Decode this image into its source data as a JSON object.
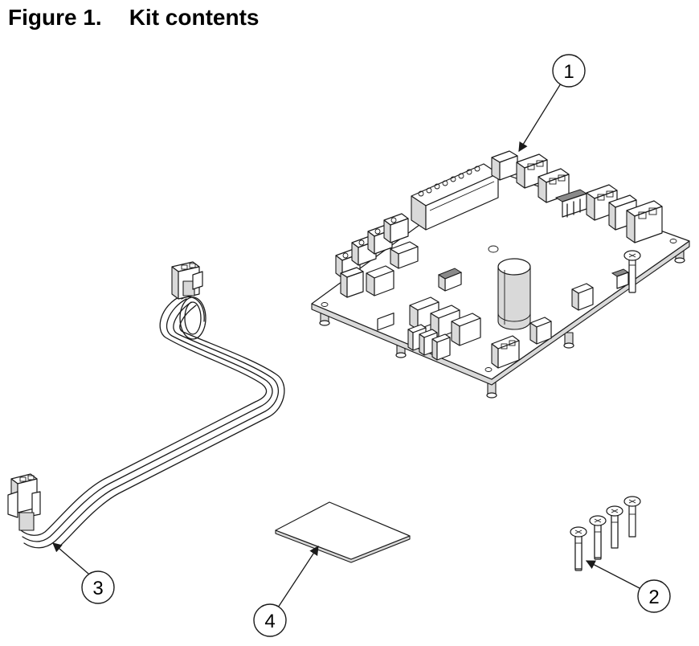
{
  "figure": {
    "number": "Figure 1.",
    "title": "Kit contents"
  },
  "callouts": [
    "1",
    "2",
    "3",
    "4"
  ]
}
